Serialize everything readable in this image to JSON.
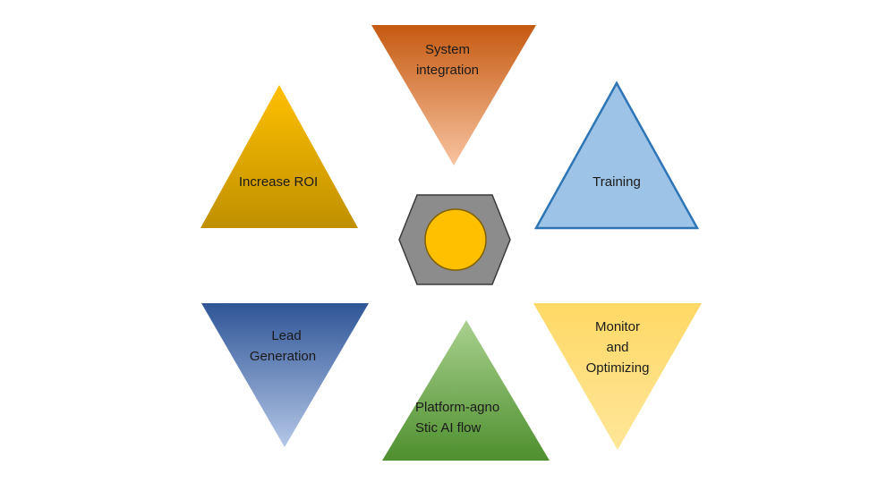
{
  "diagram": {
    "center": {
      "hex_color": "#8c8c8c",
      "circle_color": "#ffc000"
    },
    "nodes": [
      {
        "id": "system-integration",
        "lines": [
          "System",
          "integration"
        ],
        "fill_top": "#c55a11",
        "fill_bottom": "#f8c3a0",
        "stroke": "none"
      },
      {
        "id": "training",
        "lines": [
          "Training"
        ],
        "fill_top": "#9dc3e6",
        "fill_bottom": "#9dc3e6",
        "stroke": "#2e75b6"
      },
      {
        "id": "monitor-optimizing",
        "lines": [
          "Monitor",
          "and",
          "Optimizing"
        ],
        "fill_top": "#ffd966",
        "fill_bottom": "#ffe699",
        "stroke": "none"
      },
      {
        "id": "platform-agnostic",
        "lines": [
          "Platform-agno",
          "Stic AI flow"
        ],
        "fill_top": "#a9d18e",
        "fill_bottom": "#4e8f2e",
        "stroke": "none"
      },
      {
        "id": "lead-generation",
        "lines": [
          "Lead",
          "Generation"
        ],
        "fill_top": "#2f5597",
        "fill_bottom": "#b4c7e7",
        "stroke": "none"
      },
      {
        "id": "increase-roi",
        "lines": [
          "Increase ROI"
        ],
        "fill_top": "#ffc000",
        "fill_bottom": "#bf9000",
        "stroke": "none"
      }
    ]
  }
}
